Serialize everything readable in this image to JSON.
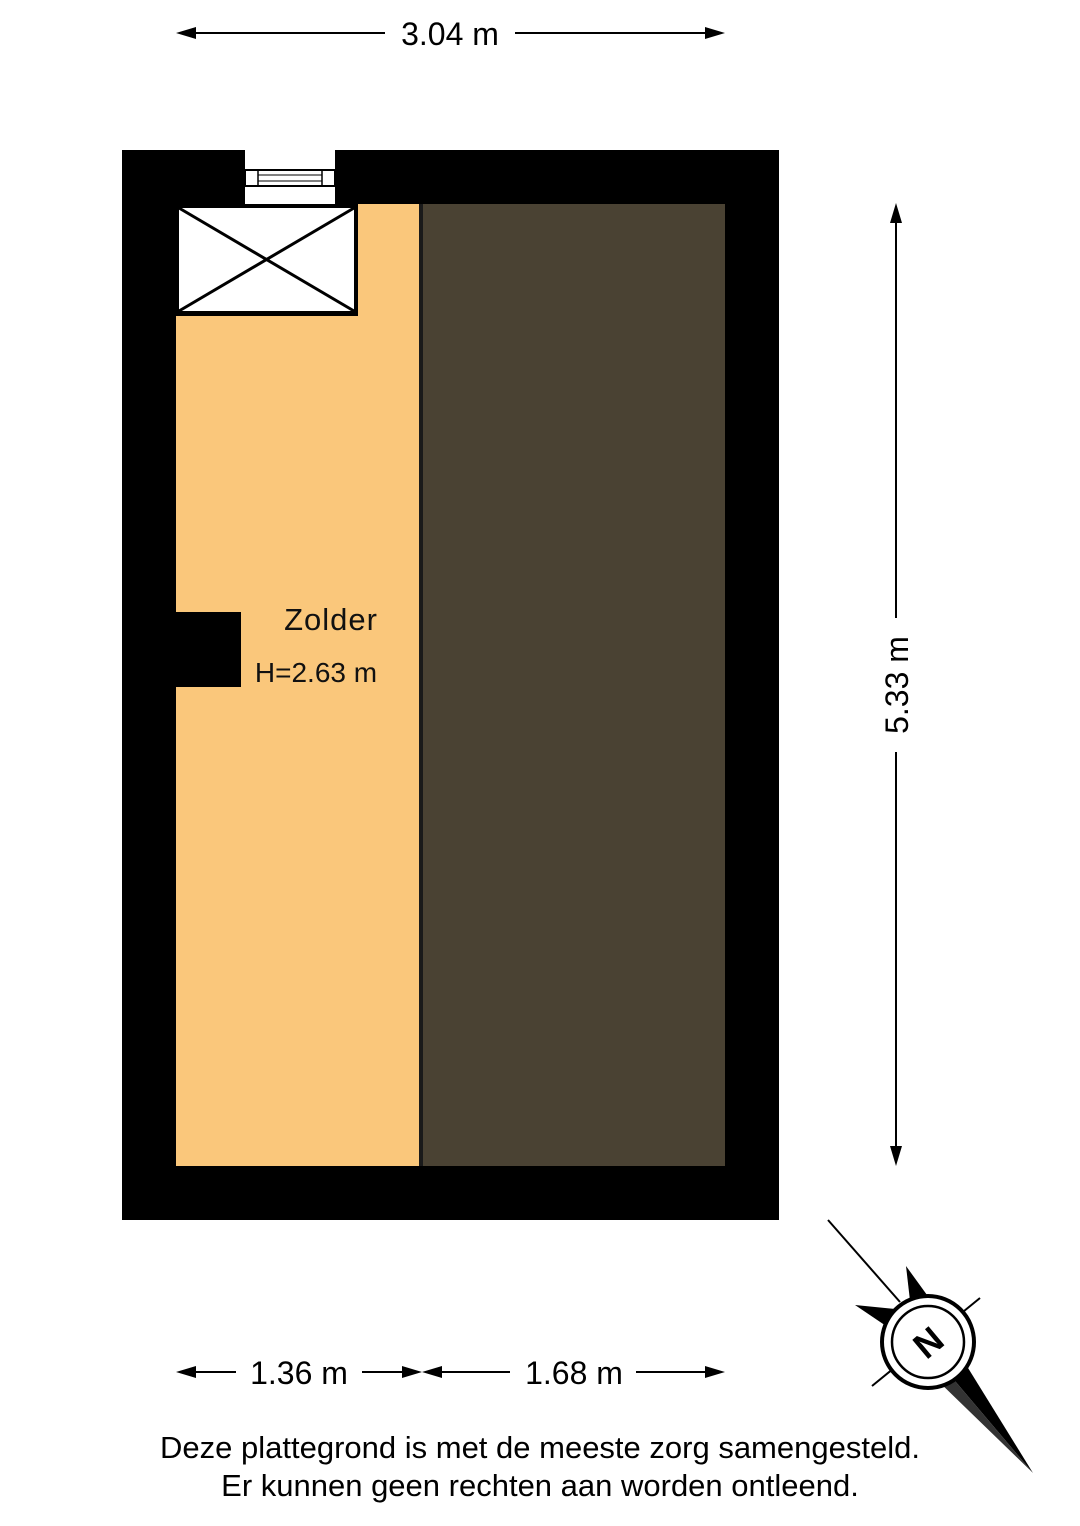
{
  "dimensions": {
    "top_width": "3.04 m",
    "right_height": "5.33 m",
    "bottom_left": "1.36 m",
    "bottom_right": "1.68 m"
  },
  "room": {
    "name": "Zolder",
    "height": "H=2.63 m"
  },
  "compass": {
    "letter": "N"
  },
  "colors": {
    "wall": "#000000",
    "room_fill": "#fac77b",
    "roof_area": "#4a4233"
  },
  "disclaimer": {
    "line1": "Deze plattegrond is met de meeste zorg samengesteld.",
    "line2": "Er kunnen geen rechten aan worden ontleend."
  }
}
